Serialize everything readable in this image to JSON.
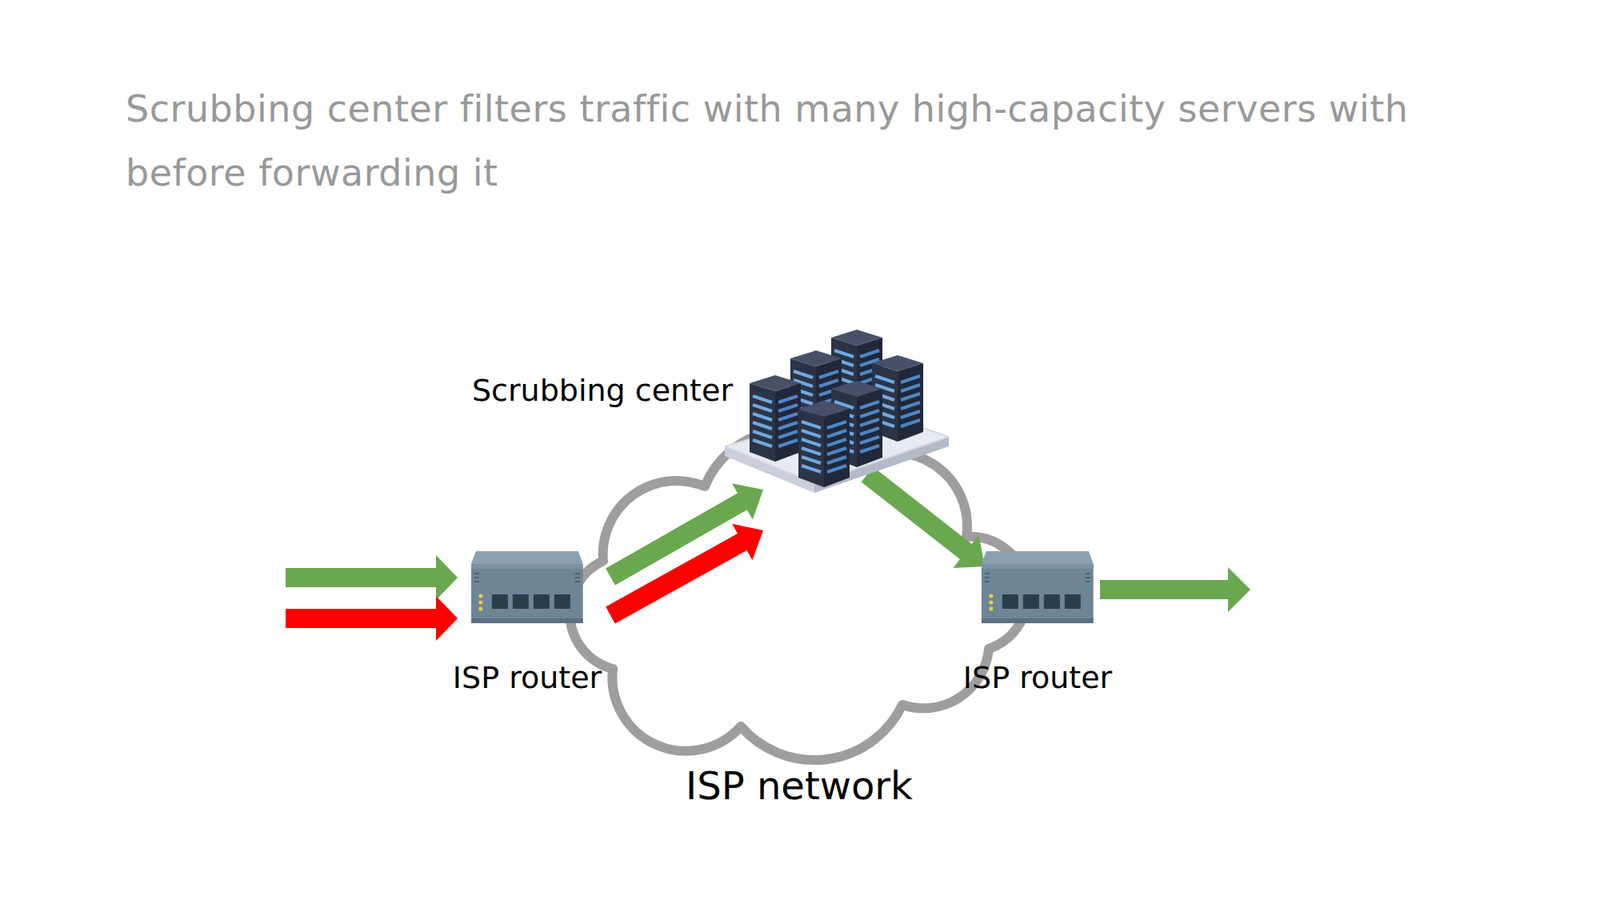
{
  "diagram": {
    "title": "Scrubbing center filters traffic with many high-capacity servers with before forwarding it",
    "nodes": [
      {
        "text": [
          "ISP network"
        ]
      },
      {
        "text": [
          "ISP router"
        ],
        "in": 0
      },
      {
        "text": [
          "Scrubbing center"
        ],
        "in": 0
      },
      {
        "text": [
          "ISP router"
        ],
        "in": 0
      }
    ],
    "edges": [
      {
        "from": 1,
        "to": 2,
        "arrow": "to"
      },
      {
        "from": 1,
        "to": 2,
        "arrow": "to"
      },
      {
        "from": 2,
        "to": 3,
        "arrow": "to"
      }
    ]
  }
}
